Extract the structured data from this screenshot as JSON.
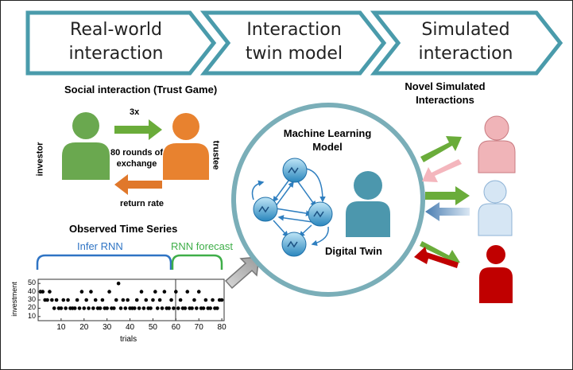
{
  "banner": {
    "stage1": [
      "Real-world",
      "interaction"
    ],
    "stage2": [
      "Interaction",
      "twin model"
    ],
    "stage3": [
      "Simulated",
      "interaction"
    ]
  },
  "trust_game": {
    "title": "Social interaction (Trust Game)",
    "multiplier": "3x",
    "rounds": [
      "80 rounds of",
      "exchange"
    ],
    "return_rate": "return rate",
    "investor": "investor",
    "trustee": "trustee"
  },
  "time_series": {
    "title": "Observed Time Series",
    "infer_label": "Infer RNN",
    "forecast_label": "RNN forecast",
    "ylabel": "investment",
    "xlabel": "trials"
  },
  "ml": {
    "title": [
      "Machine Learning",
      "Model"
    ],
    "twin_label": "Digital Twin"
  },
  "novel": {
    "title": [
      "Novel Simulated",
      "Interactions"
    ]
  },
  "colors": {
    "banner_border": "#4a9bab",
    "arrow_green": "#6aac3a",
    "arrow_orange": "#e0782b",
    "investor": "#6aa84f",
    "trustee": "#e8822f",
    "infer": "#2f74c4",
    "forecast": "#3fae49",
    "twin": "#4c97ad",
    "pink": "#f0b4b8",
    "lightblue": "#d6e6f4",
    "red": "#c00000"
  },
  "chart_data": {
    "type": "scatter",
    "x": [
      1,
      2,
      3,
      4,
      5,
      6,
      7,
      8,
      9,
      10,
      11,
      12,
      13,
      14,
      15,
      16,
      17,
      18,
      19,
      20,
      21,
      22,
      23,
      24,
      25,
      26,
      27,
      28,
      29,
      30,
      31,
      32,
      33,
      34,
      35,
      36,
      37,
      38,
      39,
      40,
      41,
      42,
      43,
      44,
      45,
      46,
      47,
      48,
      49,
      50,
      51,
      52,
      53,
      54,
      55,
      56,
      57,
      58,
      59,
      60,
      61,
      62,
      63,
      64,
      65,
      66,
      67,
      68,
      69,
      70,
      71,
      72,
      73,
      74,
      75,
      76,
      77,
      78,
      79,
      80
    ],
    "y": [
      40,
      40,
      30,
      30,
      40,
      30,
      20,
      30,
      20,
      20,
      30,
      20,
      30,
      20,
      20,
      20,
      30,
      20,
      40,
      20,
      30,
      20,
      40,
      20,
      30,
      20,
      20,
      30,
      20,
      20,
      40,
      20,
      20,
      30,
      50,
      20,
      30,
      20,
      30,
      20,
      20,
      20,
      30,
      20,
      40,
      20,
      30,
      20,
      20,
      30,
      40,
      20,
      30,
      20,
      40,
      20,
      20,
      30,
      20,
      40,
      20,
      30,
      20,
      20,
      40,
      20,
      20,
      30,
      20,
      40,
      20,
      20,
      30,
      20,
      20,
      30,
      20,
      20,
      30,
      30
    ],
    "xlabel": "trials",
    "ylabel": "investment",
    "xticks": [
      10,
      20,
      30,
      40,
      50,
      60,
      70,
      80
    ],
    "yticks": [
      10,
      20,
      30,
      40,
      50
    ],
    "xlim": [
      0,
      81
    ],
    "ylim": [
      5,
      55
    ]
  }
}
